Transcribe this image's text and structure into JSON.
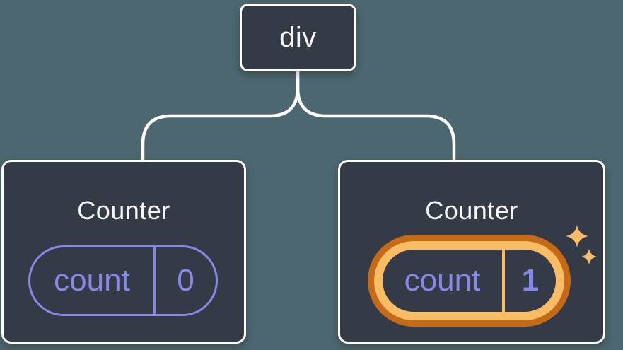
{
  "diagram": {
    "root_node": {
      "label": "div"
    },
    "counters": [
      {
        "title": "Counter",
        "state": {
          "key": "count",
          "value": "0"
        },
        "highlighted": false
      },
      {
        "title": "Counter",
        "state": {
          "key": "count",
          "value": "1"
        },
        "highlighted": true
      }
    ]
  },
  "icons": [
    {
      "name": "sparkles-icon",
      "meaning": "highlight sparkles next to updated state pill"
    }
  ],
  "colors": {
    "background": "#4D6771",
    "node_fill": "#343A46",
    "node_border": "#FFFFFF",
    "title_text": "#F6F7F9",
    "state_purple": "#8888E8",
    "highlight_dark_orange": "#C56A18",
    "highlight_light_orange": "#F8BC64"
  }
}
